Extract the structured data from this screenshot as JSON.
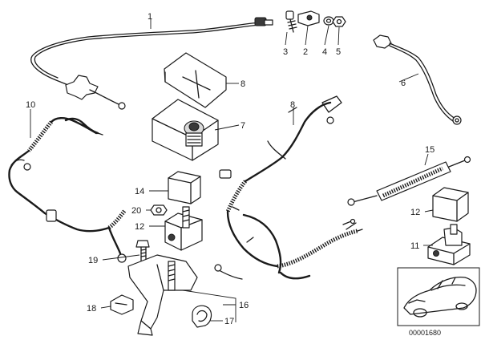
{
  "callouts": {
    "n1": "1",
    "n2": "2",
    "n3": "3",
    "n4": "4",
    "n5": "5",
    "n6": "6",
    "n7": "7",
    "n8a": "8",
    "n8b": "8",
    "n10": "10",
    "n11": "11",
    "n12a": "12",
    "n12b": "12",
    "n14": "14",
    "n15": "15",
    "n16": "16",
    "n17": "17",
    "n18": "18",
    "n19": "19",
    "n20": "20"
  },
  "image_id": "00001680"
}
